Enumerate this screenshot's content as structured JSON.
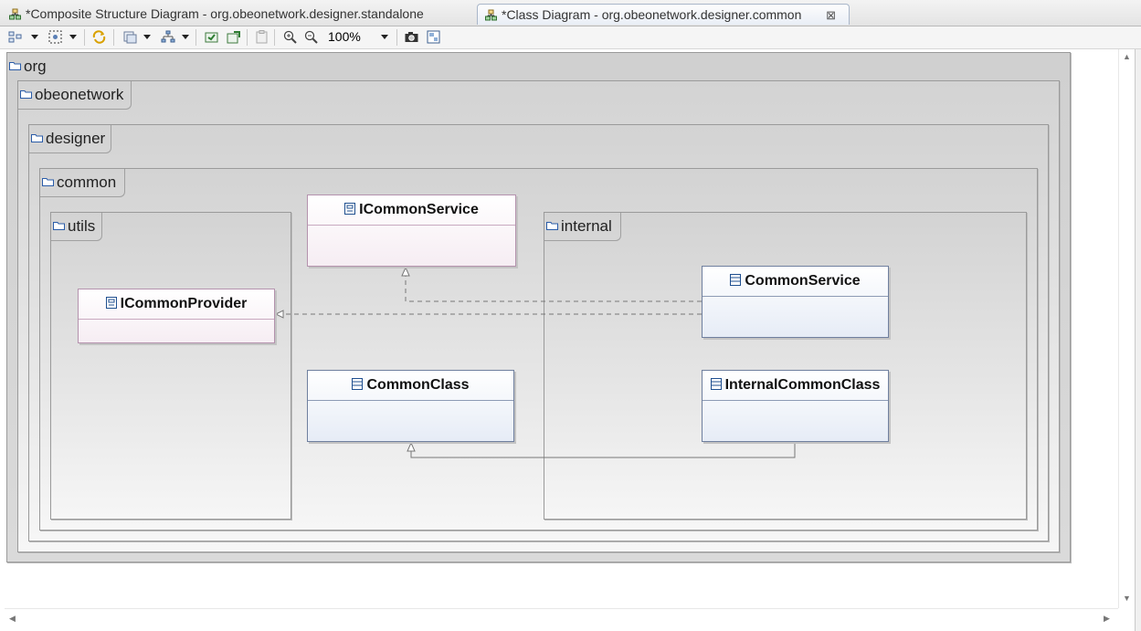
{
  "tabs": [
    {
      "label": "*Composite Structure Diagram - org.obeonetwork.designer.standalone",
      "active": false
    },
    {
      "label": "*Class Diagram - org.obeonetwork.designer.common",
      "active": true,
      "close": "⊠"
    }
  ],
  "toolbar": {
    "zoom": "100%",
    "icons": [
      "select-icon",
      "marquee-icon",
      "refresh-icon",
      "arrange-icon",
      "layout-icon",
      "filter-icon",
      "export-icon",
      "paste-icon",
      "zoom-in-icon",
      "zoom-out-icon",
      "camera-icon",
      "layers-icon"
    ]
  },
  "packages": {
    "org": "org",
    "obeonetwork": "obeonetwork",
    "designer": "designer",
    "common": "common",
    "utils": "utils",
    "internal": "internal"
  },
  "classes": {
    "icommon_service": "ICommonService",
    "icommon_provider": "ICommonProvider",
    "common_class": "CommonClass",
    "common_service": "CommonService",
    "internal_common_class": "InternalCommonClass"
  },
  "colors": {
    "class_border": "#6f7f9e",
    "interface_border": "#b492ad",
    "edge": "#777777"
  }
}
